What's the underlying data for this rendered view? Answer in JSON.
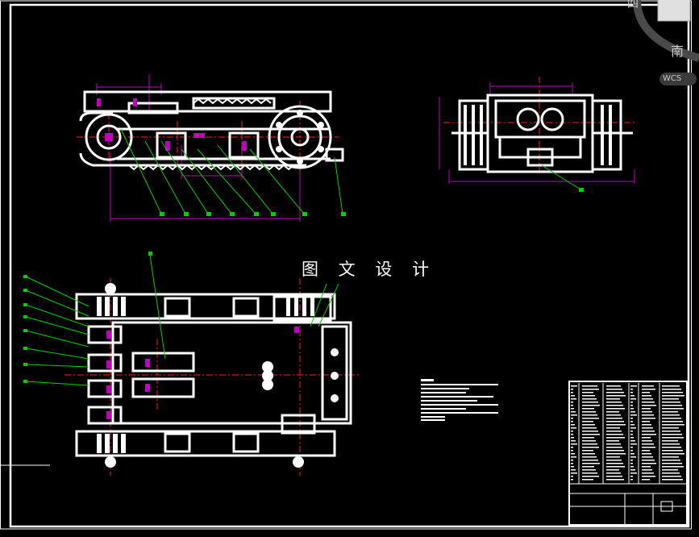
{
  "drawing": {
    "watermark_text": "图 文 设 计"
  },
  "viewcube": {
    "top_label": "四",
    "side_label": "南",
    "wcs_label": "WCS"
  },
  "colors": {
    "background": "#000000",
    "outline": "#ffffff",
    "dimension": "#c000c0",
    "leader": "#00d000",
    "centerline": "#ff2020"
  }
}
